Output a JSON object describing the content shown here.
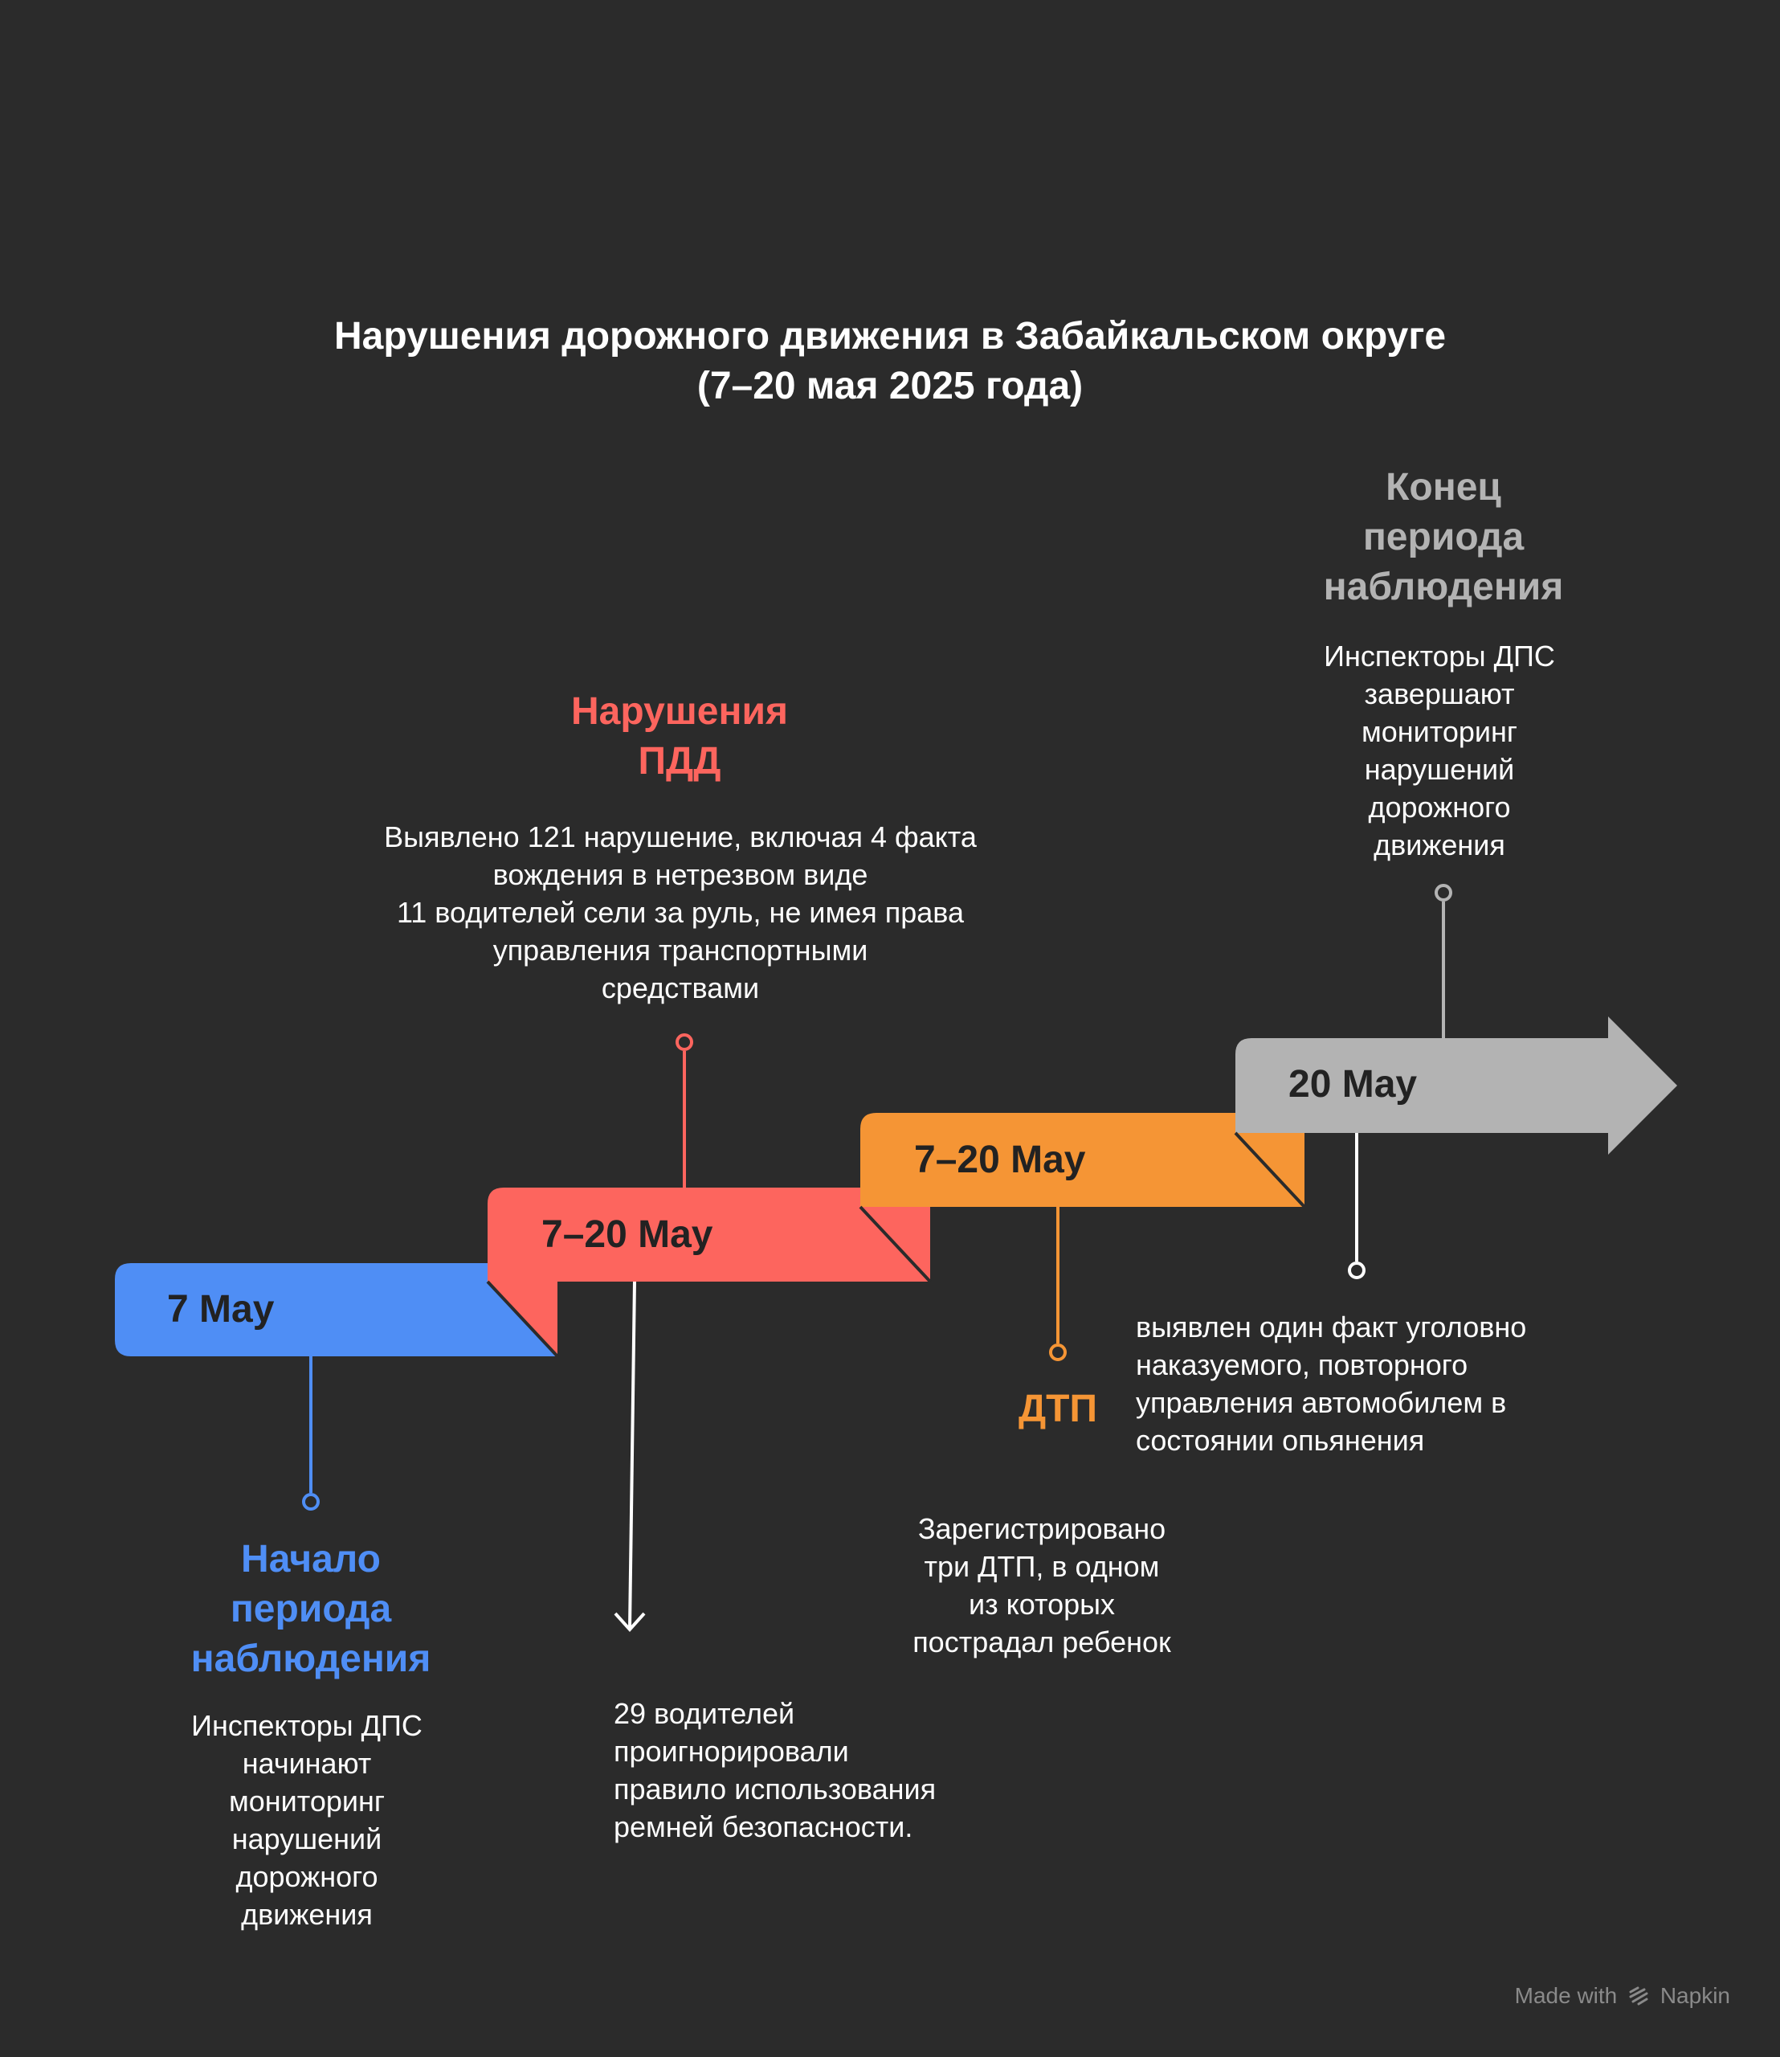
{
  "title": {
    "line1": "Нарушения дорожного движения в Забайкальском округе",
    "line2": "(7–20 мая 2025 года)"
  },
  "colors": {
    "background": "#2b2b2b",
    "blue": "#4f8ef5",
    "red": "#fd655e",
    "orange": "#f59535",
    "gray": "#b3b3b3"
  },
  "steps": [
    {
      "date": "7 May",
      "heading": "Начало\nпериода\nнаблюдения",
      "description": "Инспекторы ДПС\nначинают\nмониторинг\nнарушений\nдорожного\nдвижения"
    },
    {
      "date": "7–20 May",
      "heading": "Нарушения\nПДД",
      "description": "Выявлено 121 нарушение, включая 4 факта\nвождения в нетрезвом виде\n11 водителей сели за руль, не имея права\nуправления транспортными\nсредствами",
      "note": "29 водителей\nпроигнорировали\nправило использования\nремней безопасности."
    },
    {
      "date": "7–20 May",
      "heading": "ДТП",
      "description": "Зарегистрировано\nтри ДТП, в одном\nиз которых\nпострадал ребенок"
    },
    {
      "date": "20 May",
      "heading": "Конец\nпериода\nнаблюдения",
      "description": "Инспекторы ДПС\nзавершают\nмониторинг\nнарушений\nдорожного\nдвижения",
      "note": "выявлен один факт уголовно\nнаказуемого, повторного\nуправления автомобилем в\nсостоянии опьянения"
    }
  ],
  "footer": {
    "made_with": "Made with",
    "brand": "Napkin"
  }
}
